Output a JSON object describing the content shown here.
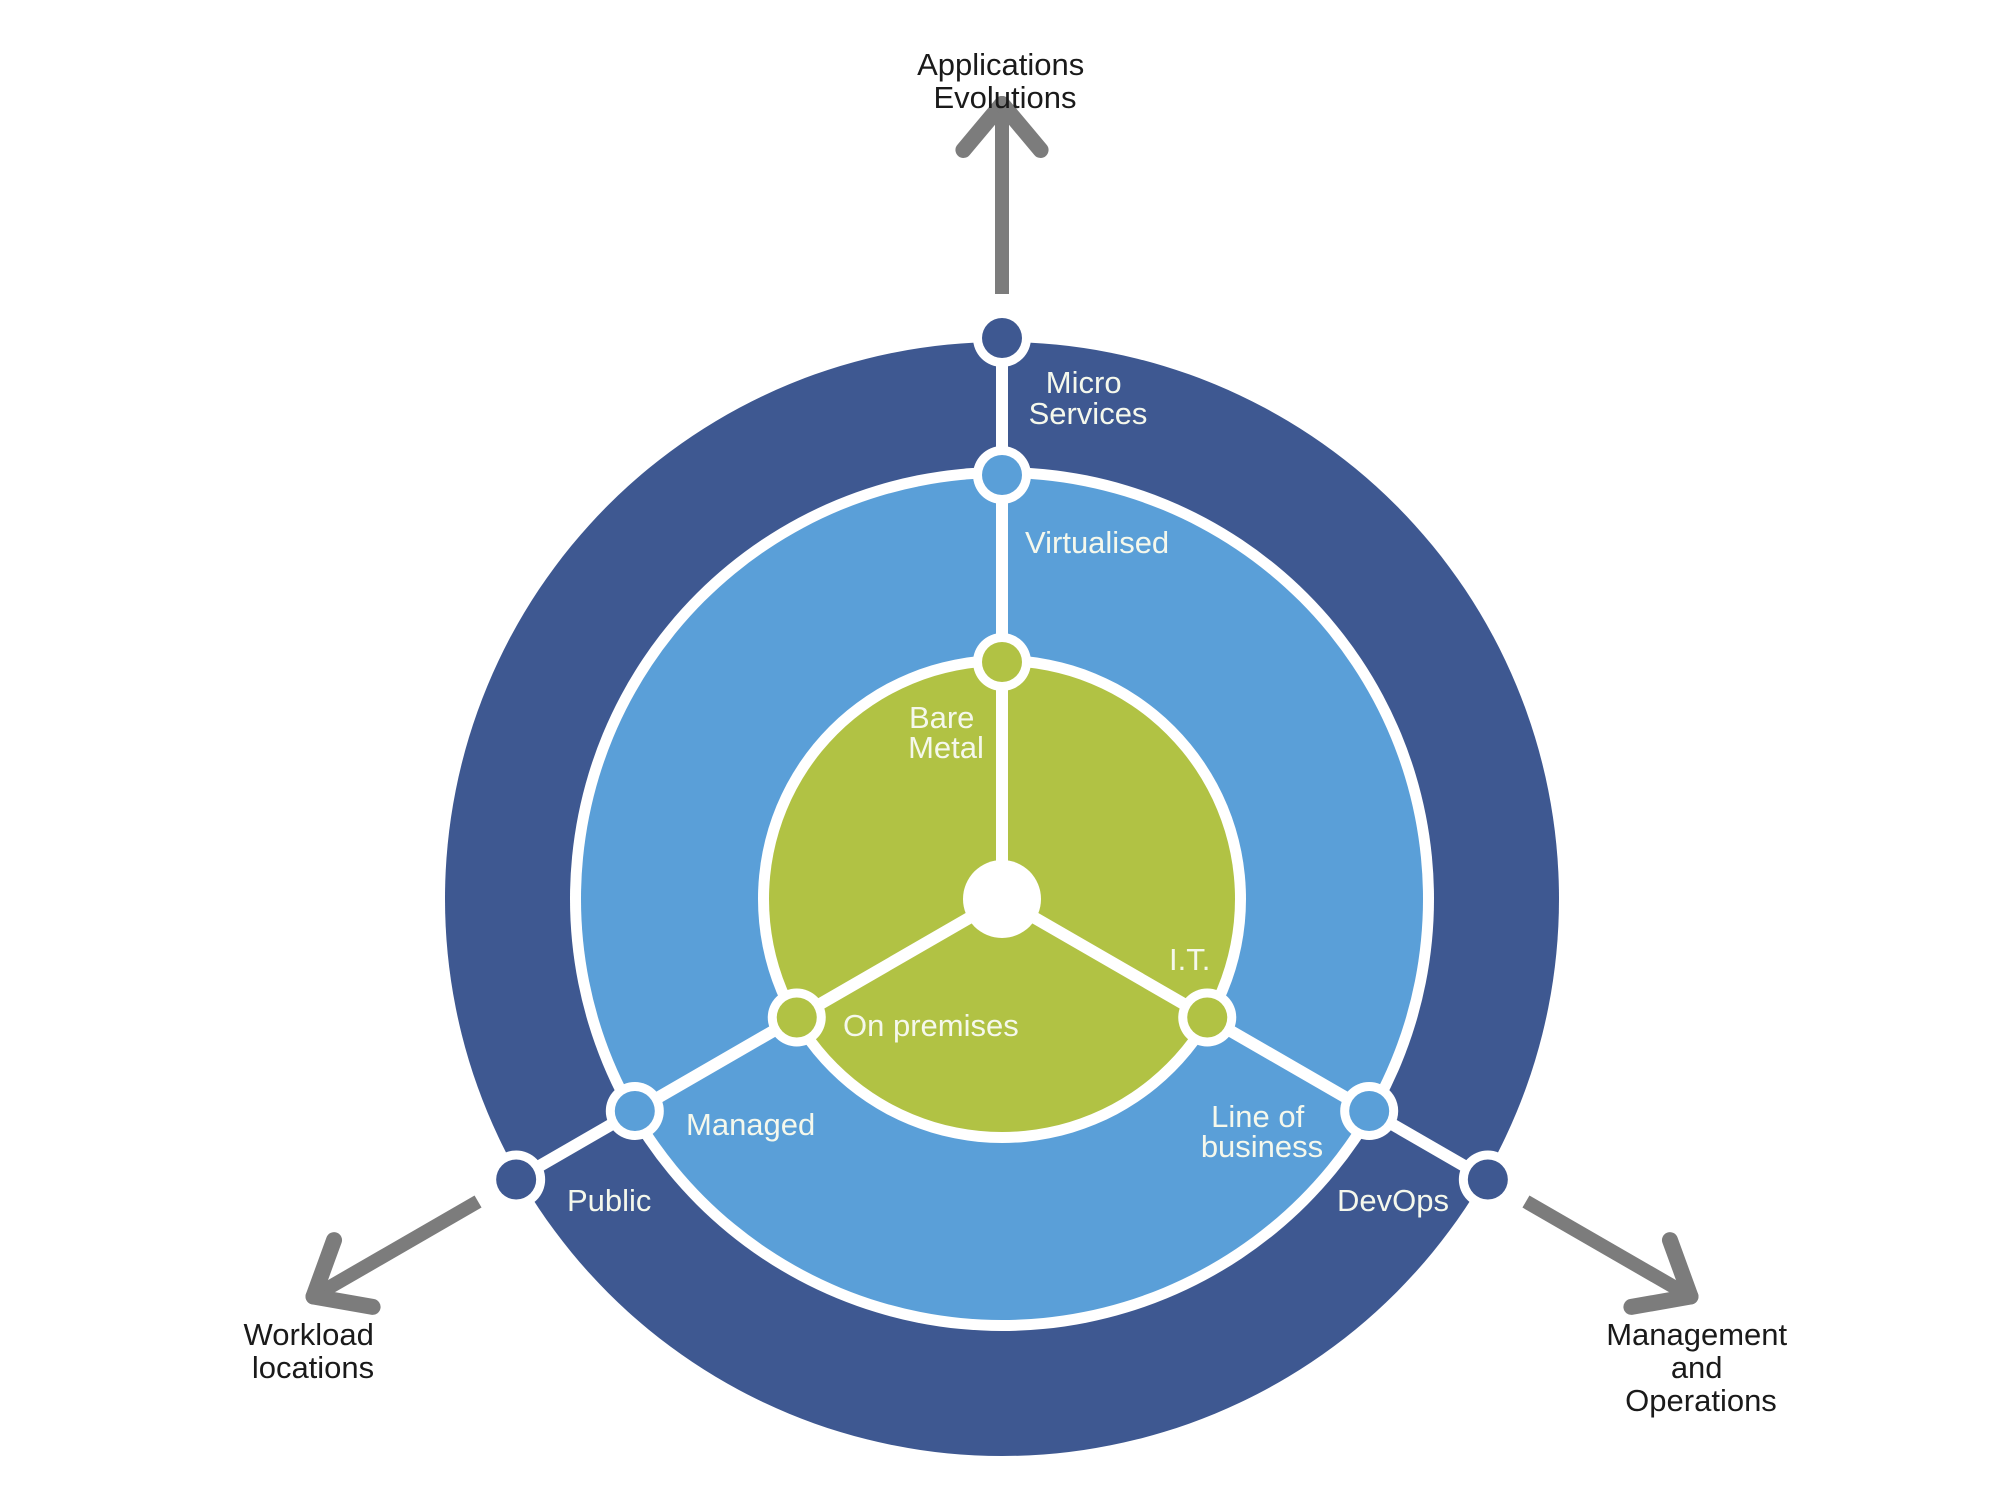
{
  "colors": {
    "outer_ring": "#3e5891",
    "middle_ring": "#5a9fd8",
    "inner_circle": "#b1c244",
    "lines": "#ffffff",
    "arrows": "#666666",
    "axis_text": "#1a1a1a"
  },
  "axes": {
    "top": [
      "Applications",
      "Evolutions"
    ],
    "left": [
      "Workload",
      "locations"
    ],
    "right": [
      "Management",
      "and",
      "Operations"
    ]
  },
  "rings": {
    "outer": {
      "top": [
        "Micro",
        "Services"
      ],
      "left": "Public",
      "right": "DevOps"
    },
    "middle": {
      "top": "Virtualised",
      "left": "Managed",
      "right": [
        "Line of",
        "business"
      ]
    },
    "inner": {
      "top": [
        "Bare",
        "Metal"
      ],
      "left": "On premises",
      "right": "I.T."
    }
  }
}
